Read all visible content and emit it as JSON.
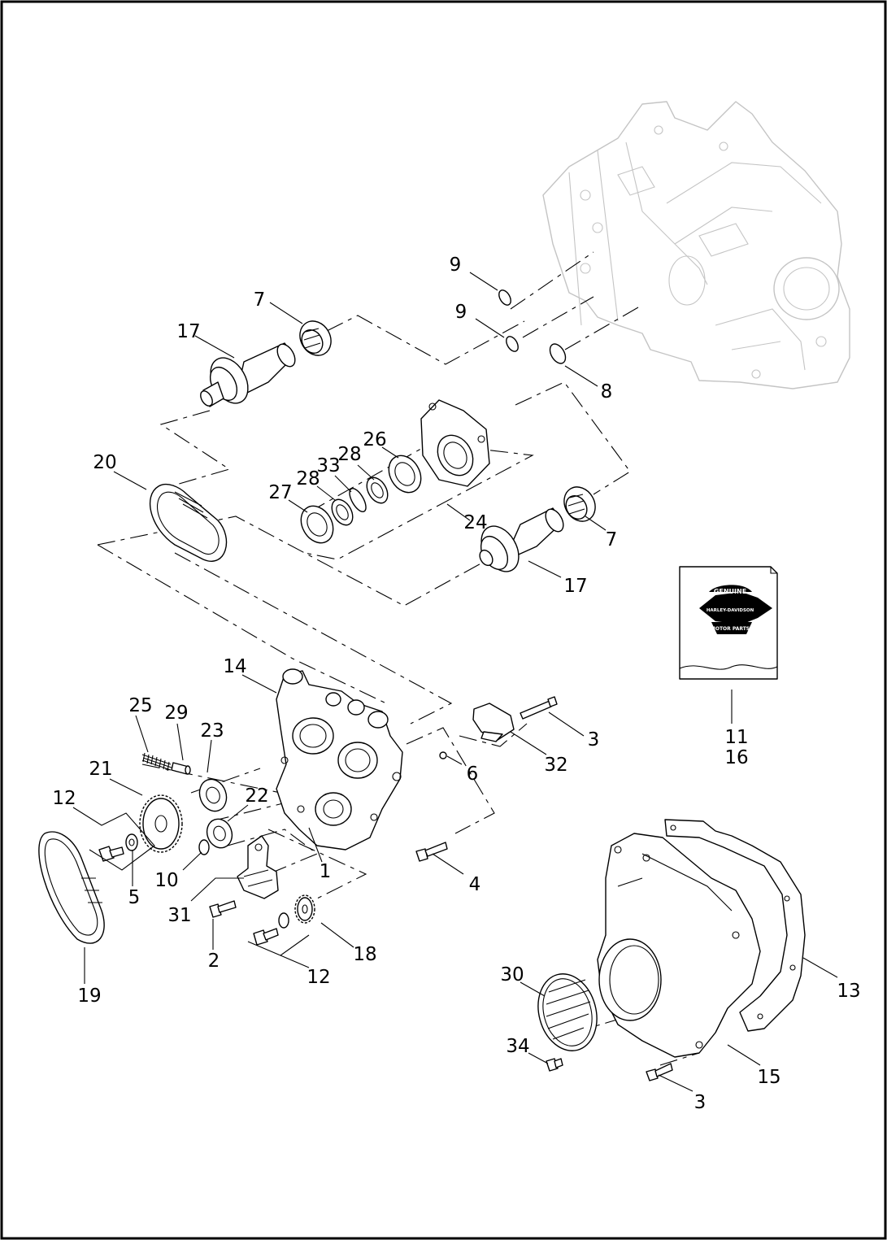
{
  "diagram": {
    "callouts": [
      {
        "id": "c-9a",
        "label": "9"
      },
      {
        "id": "c-9b",
        "label": "9"
      },
      {
        "id": "c-8",
        "label": "8"
      },
      {
        "id": "c-7a",
        "label": "7"
      },
      {
        "id": "c-17a",
        "label": "17"
      },
      {
        "id": "c-20",
        "label": "20"
      },
      {
        "id": "c-26",
        "label": "26"
      },
      {
        "id": "c-28a",
        "label": "28"
      },
      {
        "id": "c-33",
        "label": "33"
      },
      {
        "id": "c-28b",
        "label": "28"
      },
      {
        "id": "c-27",
        "label": "27"
      },
      {
        "id": "c-24",
        "label": "24"
      },
      {
        "id": "c-7b",
        "label": "7"
      },
      {
        "id": "c-17b",
        "label": "17"
      },
      {
        "id": "c-14",
        "label": "14"
      },
      {
        "id": "c-25",
        "label": "25"
      },
      {
        "id": "c-29",
        "label": "29"
      },
      {
        "id": "c-23",
        "label": "23"
      },
      {
        "id": "c-21",
        "label": "21"
      },
      {
        "id": "c-22",
        "label": "22"
      },
      {
        "id": "c-12a",
        "label": "12"
      },
      {
        "id": "c-5",
        "label": "5"
      },
      {
        "id": "c-10",
        "label": "10"
      },
      {
        "id": "c-1",
        "label": "1"
      },
      {
        "id": "c-31",
        "label": "31"
      },
      {
        "id": "c-2",
        "label": "2"
      },
      {
        "id": "c-18",
        "label": "18"
      },
      {
        "id": "c-12b",
        "label": "12"
      },
      {
        "id": "c-19",
        "label": "19"
      },
      {
        "id": "c-3a",
        "label": "3"
      },
      {
        "id": "c-32",
        "label": "32"
      },
      {
        "id": "c-6",
        "label": "6"
      },
      {
        "id": "c-4",
        "label": "4"
      },
      {
        "id": "c-11",
        "label": "11"
      },
      {
        "id": "c-16",
        "label": "16"
      },
      {
        "id": "c-13",
        "label": "13"
      },
      {
        "id": "c-30",
        "label": "30"
      },
      {
        "id": "c-34",
        "label": "34"
      },
      {
        "id": "c-15",
        "label": "15"
      },
      {
        "id": "c-3b",
        "label": "3"
      }
    ],
    "logo": {
      "line1": "GENUINE",
      "line2": "HARLEY-DAVIDSON",
      "line3": "MOTOR PARTS"
    }
  }
}
